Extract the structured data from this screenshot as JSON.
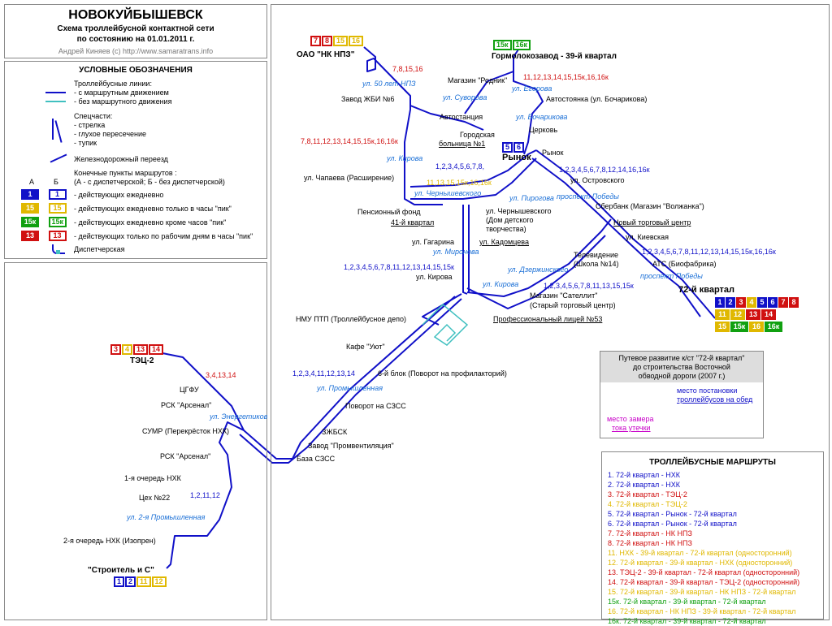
{
  "header": {
    "title": "НОВОКУЙБЫШЕВСК",
    "subtitle1": "Схема троллейбусной контактной сети",
    "subtitle2": "по состоянию на 01.01.2011 г.",
    "author": "Андрей Киняев (с) http://www.samaratrans.info"
  },
  "legend": {
    "title": "УСЛОВНЫЕ ОБОЗНАЧЕНИЯ",
    "lines_title": "Троллейбусные линии:",
    "line_route": "- с маршрутным движением",
    "line_noroute": "- без маршрутного движения",
    "special_title": "Спецчасти:",
    "switch": "- стрелка",
    "crossing": "- глухое пересечение",
    "deadend": "- тупик",
    "railcross": "Железнодорожный переезд",
    "terminals_title": "Конечные пункты маршрутов :",
    "terminals_sub": "(А - с диспетчерской; Б - без диспетчерской)",
    "col_a": "А",
    "col_b": "Б",
    "row1_num": "1",
    "row1": "- действующих ежедневно",
    "row2_num": "15",
    "row2": "- действующих ежедневно только в часы \"пик\"",
    "row3_num": "15к",
    "row3": "- действующих ежедневно кроме часов \"пик\"",
    "row4_num": "13",
    "row4": "- действующих только по рабочим дням в часы \"пик\"",
    "dispatch": "Диспетчерская"
  },
  "stations": {
    "nk_npz": "ОАО \"НК НПЗ\"",
    "gormoloko": "Гормолокозавод - 39-й квартал",
    "rodnik": "Магазин \"Родник\"",
    "zhbi": "Завод ЖБИ №6",
    "avtostanciya": "Автостанция",
    "avtostoyanka": "Автостоянка (ул. Бочарикова)",
    "cerkov": "Церковь",
    "bolnica1": "Городская",
    "bolnica2": "больница №1",
    "rynok_bold": "Рынок",
    "rynok": "Рынок",
    "chapaeva": "ул. Чапаева (Расширение)",
    "ostrovskogo": "ул. Островского",
    "pension": "Пенсионный фонд",
    "kv41": "41-й квартал",
    "chern1": "ул. Чернышевского",
    "chern2": "(Дом детского",
    "chern3": "творчества)",
    "sberbank": "Сбербанк (Магазин \"Волжанка\")",
    "new_tc": "Новый торговый центр",
    "gagarina": "ул. Гагарина",
    "kadomceva": "ул. Кадомцева",
    "kievskaya": "ул. Киевская",
    "tv1": "Телевидение",
    "tv2": "(Школа №14)",
    "ats": "АТС (Биофабрика)",
    "kirova": "ул. Кирова",
    "satellit1": "Магазин \"Сателлит\"",
    "satellit2": "(Старый торговый центр)",
    "kv72": "72-й квартал",
    "nmu": "НМУ ПТП (Троллейбусное депо)",
    "licey": "Профессиональный лицей №53",
    "tec2": "ТЭЦ-2",
    "uyut": "Кафе \"Уют\"",
    "blok6": "6-й блок (Поворот на профилакторий)",
    "cgfu": "ЦГФУ",
    "arsenal1": "РСК \"Арсенал\"",
    "szss_turn": "Поворот на СЗСС",
    "sumr": "СУМР (Перекрёсток НХК)",
    "zhbsk": "ЗЖБСК",
    "promvent": "Завод \"Промвентиляция\"",
    "arsenal2": "РСК \"Арсенал\"",
    "baza": "База СЗСС",
    "nhk1": "1-я очередь НХК",
    "ceh22": "Цех №22",
    "nhk2": "2-я очередь НХК (Изопрен)",
    "stroitel": "\"Строитель и С\""
  },
  "streets": {
    "s50let": "ул. 50 лет НПЗ",
    "suvorova": "ул. Суворова",
    "egorova": "ул. Егорова",
    "bocharikova": "ул. Бочарикова",
    "kirova1": "ул. Кирова",
    "chern": "ул. Чернышевского",
    "pirogova": "ул. Пирогова",
    "pobedy1": "проспект Победы",
    "mironova": "ул. Миронова",
    "kirova2": "ул. Кирова",
    "dzerzh": "ул. Дзержинского",
    "pobedy2": "проспект Победы",
    "prom": "ул. Промышленная",
    "energ": "ул. Энергетиков",
    "prom2": "ул. 2-я Промышленная"
  },
  "route_labels": {
    "npz_top": "7,8,15,16",
    "gorm_top": "11,12,13,14,15,15к,16,16к",
    "bol_left": "7,8,11,12,13,14,15,15к,16,16к",
    "bol_mid": "1,2,3,4,5,6,7,8,",
    "bol_mid2": "11,13,15,15к,16,16к",
    "rynok_right": "1,2,3,4,5,6,7,8,12,14,16,16к",
    "kv41_left": "1,2,3,4,5,6,7,8,11,12,13,14,15,15к",
    "kiev": "1,2,3,4,5,6,7,8,11,12,13,14,15,15к,16,16к",
    "satellit": "1,2,3,4,5,6,7,8,11,13,15,15к",
    "tec_top": "3,4,13,14",
    "uyut": "1,2,3,4,11,12,13,14",
    "ceh22": "1,2,11,12"
  },
  "terminals": {
    "npz": [
      "7",
      "8",
      "15",
      "16"
    ],
    "gorm": [
      "15к",
      "16к"
    ],
    "rynok": [
      "5",
      "6"
    ],
    "tec": [
      "3",
      "4",
      "13",
      "14"
    ],
    "stroitel": [
      "1",
      "2",
      "11",
      "12"
    ],
    "kv72_row1": [
      "1",
      "2",
      "3",
      "4",
      "5",
      "6",
      "7",
      "8"
    ],
    "kv72_row2": [
      "11",
      "12",
      "13",
      "14"
    ],
    "kv72_row3": [
      "15",
      "15к",
      "16",
      "16к"
    ]
  },
  "inset": {
    "title1": "Путевое развитие к/ст \"72-й квартал\"",
    "title2": "до строительства Восточной",
    "title3": "обводной дороги (2007 г.)",
    "place1": "место постановки",
    "place2": "троллейбусов на обед",
    "zamer1": "место замера",
    "zamer2": "тока утечки"
  },
  "routes": {
    "title": "ТРОЛЛЕЙБУСНЫЕ МАРШРУТЫ",
    "items": [
      {
        "text": "1. 72-й квартал - НХК",
        "color": "blue"
      },
      {
        "text": "2. 72-й квартал - НХК",
        "color": "blue"
      },
      {
        "text": "3. 72-й квартал - ТЭЦ-2",
        "color": "red"
      },
      {
        "text": "4. 72-й квартал - ТЭЦ-2",
        "color": "yel"
      },
      {
        "text": "5. 72-й квартал - Рынок - 72-й квартал",
        "color": "blue"
      },
      {
        "text": "6. 72-й квартал - Рынок - 72-й квартал",
        "color": "blue"
      },
      {
        "text": "7. 72-й квартал - НК НПЗ",
        "color": "red"
      },
      {
        "text": "8. 72-й квартал - НК НПЗ",
        "color": "red"
      },
      {
        "text": "11. НХК - 39-й квартал - 72-й квартал (односторонний)",
        "color": "yel"
      },
      {
        "text": "12. 72-й квартал - 39-й квартал - НХК (односторонний)",
        "color": "yel"
      },
      {
        "text": "13. ТЭЦ-2 - 39-й квартал - 72-й квартал (односторонний)",
        "color": "red"
      },
      {
        "text": "14. 72-й квартал - 39-й квартал - ТЭЦ-2 (односторонний)",
        "color": "red"
      },
      {
        "text": "15. 72-й квартал - 39-й квартал - НК НПЗ - 72-й квартал",
        "color": "yel"
      },
      {
        "text": "15к. 72-й квартал - 39-й квартал - 72-й квартал",
        "color": "grn"
      },
      {
        "text": "16. 72-й квартал - НК НПЗ - 39-й квартал - 72-й квартал",
        "color": "yel"
      },
      {
        "text": "16к. 72-й квартал - 39-й квартал - 72-й квартал",
        "color": "grn"
      }
    ]
  },
  "colors": {
    "line": "#1010c8",
    "street": "#1a6fd6",
    "noroute": "#40c0c0"
  }
}
